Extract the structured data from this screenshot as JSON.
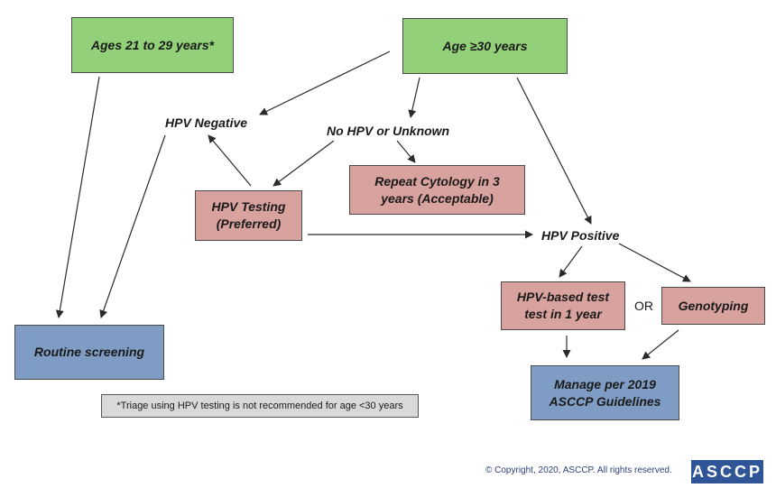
{
  "nodes": {
    "ages_21_29": "Ages 21 to 29 years*",
    "age_30": "Age ≥30 years",
    "hpv_negative": "HPV Negative",
    "no_hpv_unknown": "No HPV or Unknown",
    "hpv_testing_line1": "HPV Testing",
    "hpv_testing_line2": "(Preferred)",
    "repeat_cytology_line1": "Repeat Cytology in 3",
    "repeat_cytology_line2": "years (Acceptable)",
    "hpv_positive": "HPV Positive",
    "hpv_based_line1": "HPV-based test",
    "hpv_based_line2": "test in 1 year",
    "or": "OR",
    "genotyping": "Genotyping",
    "routine_screening": "Routine screening",
    "manage_line1": "Manage per 2019",
    "manage_line2": "ASCCP Guidelines"
  },
  "footnote": "*Triage using HPV testing is not recommended for age <30 years",
  "copyright": "© Copyright, 2020, ASCCP. All rights reserved.",
  "logo": "ASCCP",
  "colors": {
    "green_box": "#92d07a",
    "pink_box": "#d8a29f",
    "blue_box": "#7f9dc4",
    "logo_blue": "#2f5597"
  }
}
